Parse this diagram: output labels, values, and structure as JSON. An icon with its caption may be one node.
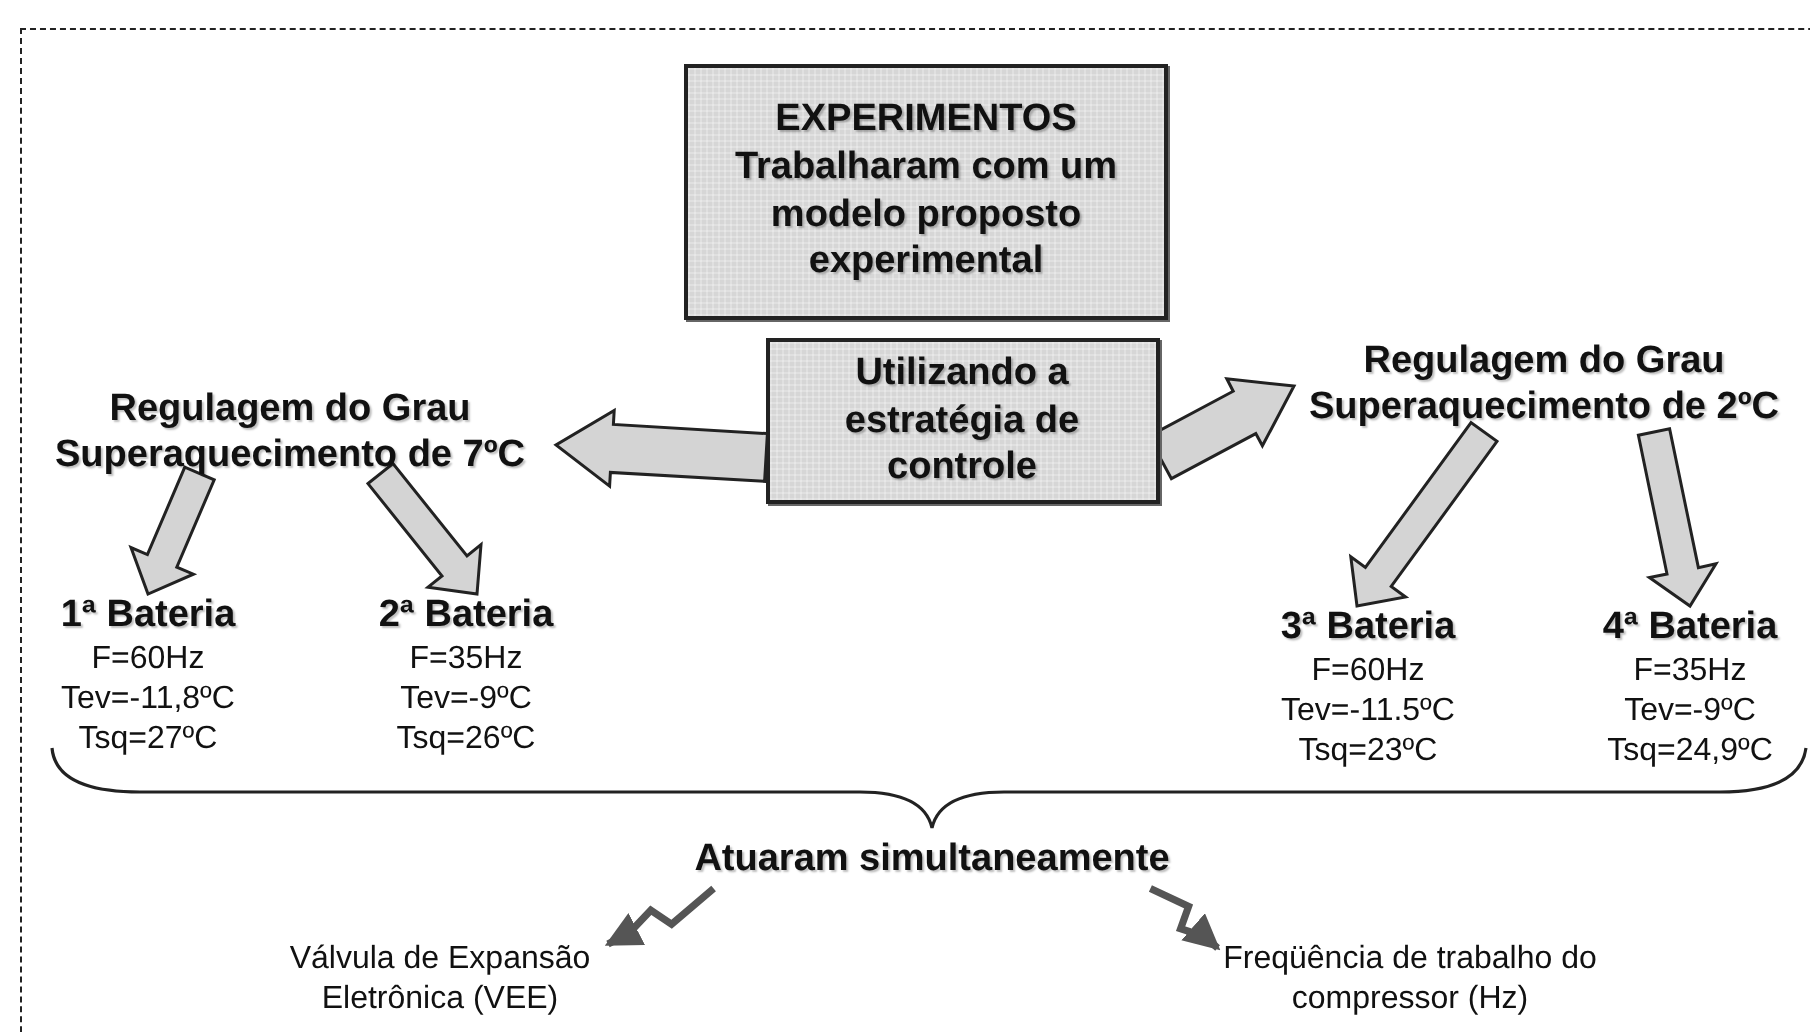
{
  "diagram": {
    "nodes": [
      {
        "text": [
          "EXPERIMENTOS",
          "Trabalharam com um modelo proposto experimental"
        ]
      },
      {
        "text": [
          "Utilizando a estratégia de controle"
        ]
      },
      {
        "text": [
          "Regulagem do Grau Superaquecimento de 7ºC"
        ]
      },
      {
        "text": [
          "Regulagem do Grau Superaquecimento de 2ºC"
        ]
      },
      {
        "text": [
          "1ª Bateria",
          "F=60Hz Tev=-11,8ºC Tsq=27ºC"
        ]
      },
      {
        "text": [
          "2ª Bateria",
          "F=35Hz Tev=-9ºC Tsq=26ºC"
        ]
      },
      {
        "text": [
          "3ª Bateria",
          "F=60Hz Tev=-11.5ºC Tsq=23ºC"
        ]
      },
      {
        "text": [
          "4ª Bateria",
          "F=35Hz Tev=-9ºC Tsq=24,9ºC"
        ]
      },
      {
        "text": [
          "Atuaram simultaneamente"
        ]
      },
      {
        "text": [
          "Válvula de Expansão Eletrônica (VEE)"
        ]
      },
      {
        "text": [
          "Freqüência de trabalho do compressor (Hz)"
        ]
      }
    ],
    "edges": [
      {
        "from": 1,
        "to": 2,
        "arrow": "to"
      },
      {
        "from": 1,
        "to": 3,
        "arrow": "to"
      },
      {
        "from": 2,
        "to": 4,
        "arrow": "to"
      },
      {
        "from": 2,
        "to": 5,
        "arrow": "to"
      },
      {
        "from": 3,
        "to": 6,
        "arrow": "to"
      },
      {
        "from": 3,
        "to": 7,
        "arrow": "to"
      },
      {
        "from": 8,
        "to": 9,
        "arrow": "to"
      },
      {
        "from": 8,
        "to": 10,
        "arrow": "to"
      }
    ]
  }
}
